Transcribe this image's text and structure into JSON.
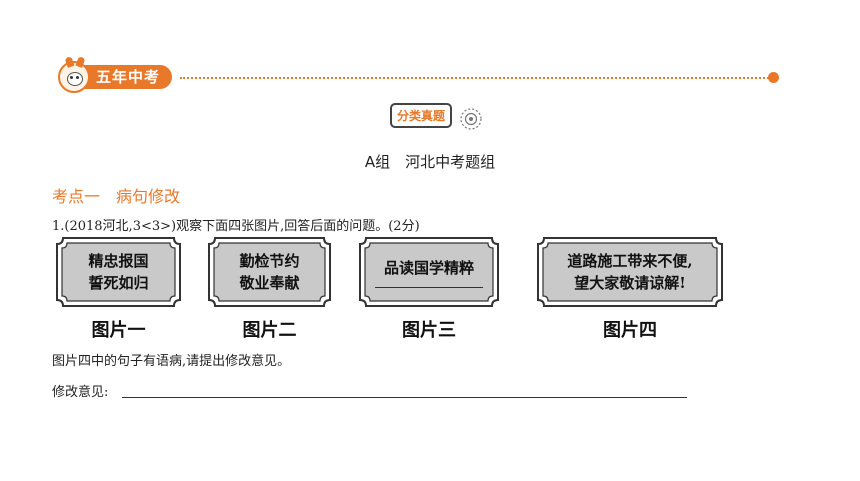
{
  "header": {
    "badge_label": "五年中考",
    "accent_color": "#e8782a"
  },
  "section": {
    "category_label": "分类真题",
    "group_title": "A组　河北中考题组"
  },
  "topic": {
    "label": "考点一　病句修改"
  },
  "question": {
    "stem": "1.(2018河北,3<3>)观察下面四张图片,回答后面的问题。(2分)",
    "prompt": "图片四中的句子有语病,请提出修改意见。",
    "answer_label": "修改意见:"
  },
  "cards": [
    {
      "line1": "精忠报国",
      "line2": "誓死如归",
      "caption": "图片一"
    },
    {
      "line1": "勤检节约",
      "line2": "敬业奉献",
      "caption": "图片二"
    },
    {
      "line1": "品读国学精粹",
      "line2": "",
      "caption": "图片三"
    },
    {
      "line1": "道路施工带来不便,",
      "line2": "望大家敬请谅解!",
      "caption": "图片四"
    }
  ]
}
